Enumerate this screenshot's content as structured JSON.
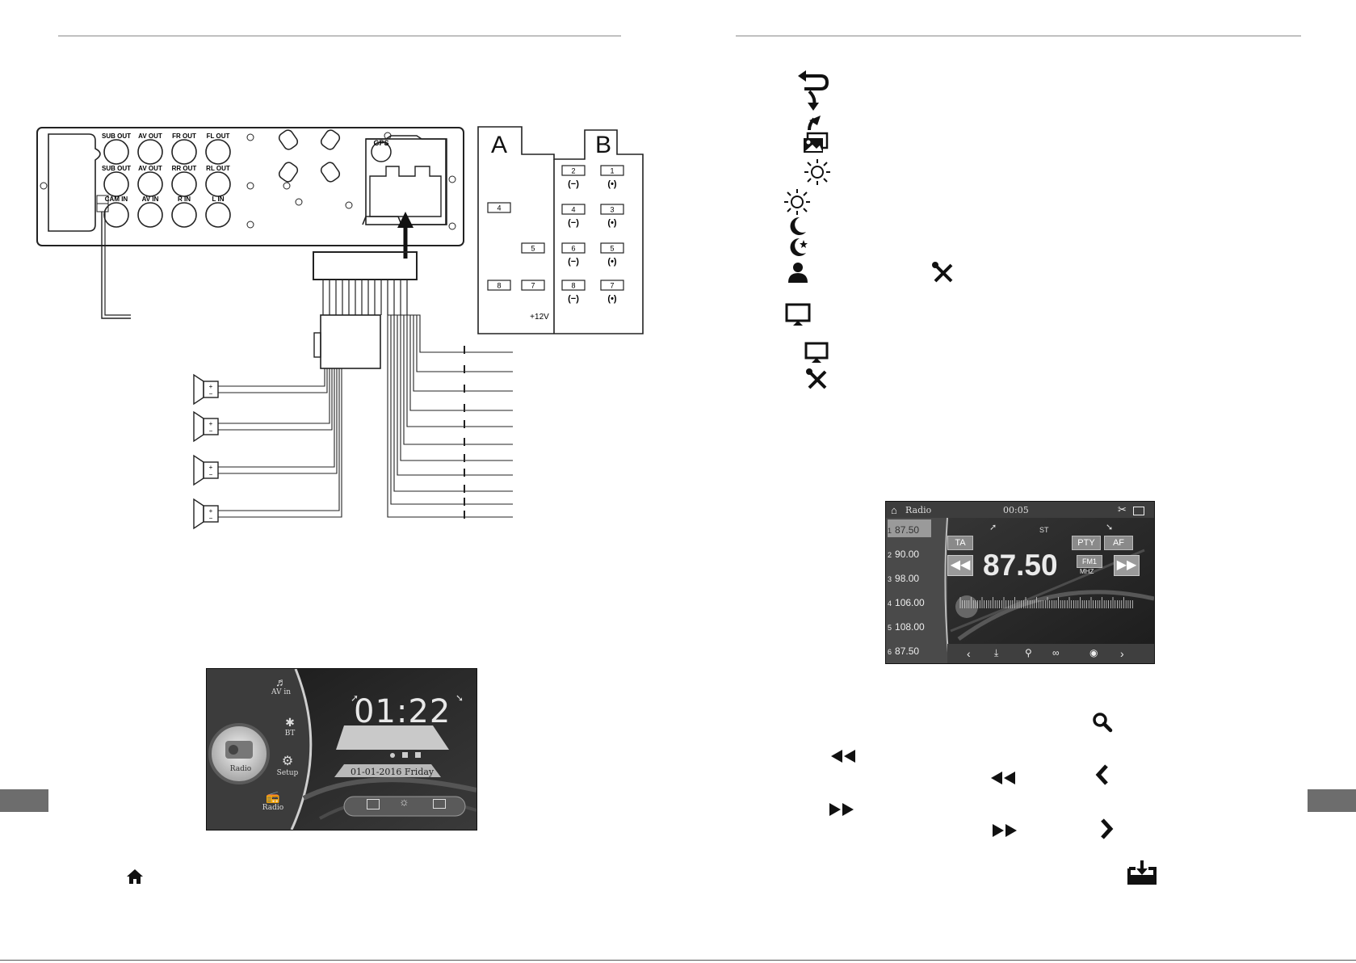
{
  "unit_rear": {
    "jacks": [
      {
        "label": "SUB OUT",
        "row": 1,
        "col": 1
      },
      {
        "label": "AV OUT",
        "row": 1,
        "col": 2
      },
      {
        "label": "FR OUT",
        "row": 1,
        "col": 3
      },
      {
        "label": "FL OUT",
        "row": 1,
        "col": 4
      },
      {
        "label": "SUB OUT",
        "row": 2,
        "col": 1
      },
      {
        "label": "AV OUT",
        "row": 2,
        "col": 2
      },
      {
        "label": "RR OUT",
        "row": 2,
        "col": 3
      },
      {
        "label": "RL OUT",
        "row": 2,
        "col": 4
      },
      {
        "label": "CAM IN",
        "row": 3,
        "col": 1
      },
      {
        "label": "AV IN",
        "row": 3,
        "col": 2
      },
      {
        "label": "R IN",
        "row": 3,
        "col": 3
      },
      {
        "label": "L IN",
        "row": 3,
        "col": 4
      }
    ],
    "gps_label": "GPS"
  },
  "iso_connector": {
    "a_label": "A",
    "b_label": "B",
    "a_pins": [
      "4",
      "5",
      "8",
      "7"
    ],
    "a_note": "+12V",
    "b_pairs": [
      {
        "neg": "2",
        "pos": "1"
      },
      {
        "neg": "4",
        "pos": "3"
      },
      {
        "neg": "6",
        "pos": "5"
      },
      {
        "neg": "8",
        "pos": "7"
      }
    ],
    "neg_symbol": "(−)",
    "pos_symbol": "(•)"
  },
  "speakers": {
    "plus": "+",
    "minus": "−"
  },
  "home_screen": {
    "time": "01:22",
    "date": "01-01-2016 Friday",
    "menu": [
      {
        "label": "AV in",
        "icon": "av-in-icon"
      },
      {
        "label": "BT",
        "icon": "bluetooth-icon"
      },
      {
        "label": "Setup",
        "icon": "gear-icon"
      },
      {
        "label": "Radio",
        "icon": "radio-icon"
      }
    ],
    "big_button_label": "Radio"
  },
  "radio_screen": {
    "title": "Radio",
    "clock": "00:05",
    "st_label": "ST",
    "frequency": "87.50",
    "band": "FM1",
    "unit": "MHZ",
    "buttons": {
      "ta": "TA",
      "pty": "PTY",
      "af": "AF"
    },
    "presets": [
      {
        "num": "1",
        "freq": "87.50"
      },
      {
        "num": "2",
        "freq": "90.00"
      },
      {
        "num": "3",
        "freq": "98.00"
      },
      {
        "num": "4",
        "freq": "106.00"
      },
      {
        "num": "5",
        "freq": "108.00"
      },
      {
        "num": "6",
        "freq": "87.50"
      }
    ]
  },
  "icon_legend": [
    "back-icon",
    "down-arrow-icon",
    "up-arrow-icon",
    "gallery-icon",
    "brightness-icon",
    "brightness-icon",
    "moon-icon",
    "moon-star-icon",
    "user-icon",
    "tools-icon",
    "monitor-icon",
    "monitor-icon",
    "tools-icon"
  ],
  "colors": {
    "rule": "#8a8a8a",
    "tab": "#6d6d6d",
    "screen": "#2b2b2b"
  }
}
